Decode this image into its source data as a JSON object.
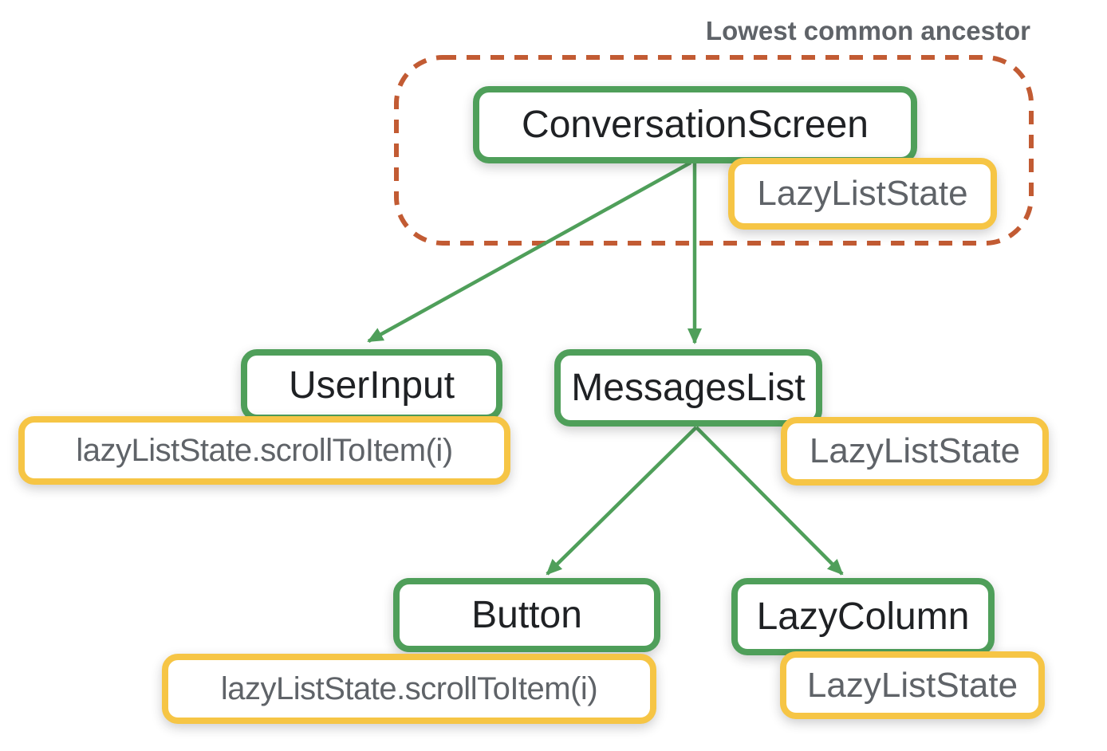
{
  "title": "Lowest common ancestor",
  "nodes": {
    "conversationScreen": {
      "label": "ConversationScreen"
    },
    "userInput": {
      "label": "UserInput"
    },
    "messagesList": {
      "label": "MessagesList"
    },
    "button": {
      "label": "Button"
    },
    "lazyColumn": {
      "label": "LazyColumn"
    }
  },
  "states": {
    "conversationScreenState": {
      "label": "LazyListState"
    },
    "messagesListState": {
      "label": "LazyListState"
    },
    "lazyColumnState": {
      "label": "LazyListState"
    },
    "userInputEvent": {
      "label": "lazyListState.scrollToItem(i)"
    },
    "buttonEvent": {
      "label": "lazyListState.scrollToItem(i)"
    }
  },
  "edges": [
    {
      "from": "ConversationScreen",
      "to": "UserInput"
    },
    {
      "from": "ConversationScreen",
      "to": "MessagesList"
    },
    {
      "from": "MessagesList",
      "to": "Button"
    },
    {
      "from": "MessagesList",
      "to": "LazyColumn"
    }
  ],
  "colors": {
    "node_border": "#4f9f5a",
    "state_border": "#f6c545",
    "ancestor_outline": "#c25b33",
    "arrow": "#4f9f5a",
    "node_text": "#1f2124",
    "state_text": "#5f6368",
    "title_text": "#5f6368"
  }
}
